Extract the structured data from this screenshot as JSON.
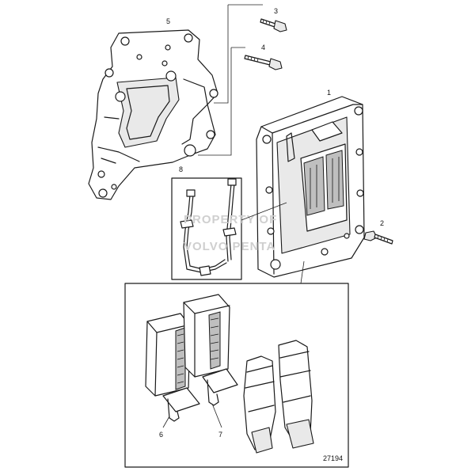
{
  "diagram": {
    "callouts": [
      "1",
      "2",
      "3",
      "4",
      "5",
      "6",
      "7",
      "8"
    ],
    "figure_number": "27194",
    "watermark": [
      "PROPERTY OF",
      "VOLVO PENTA"
    ]
  }
}
